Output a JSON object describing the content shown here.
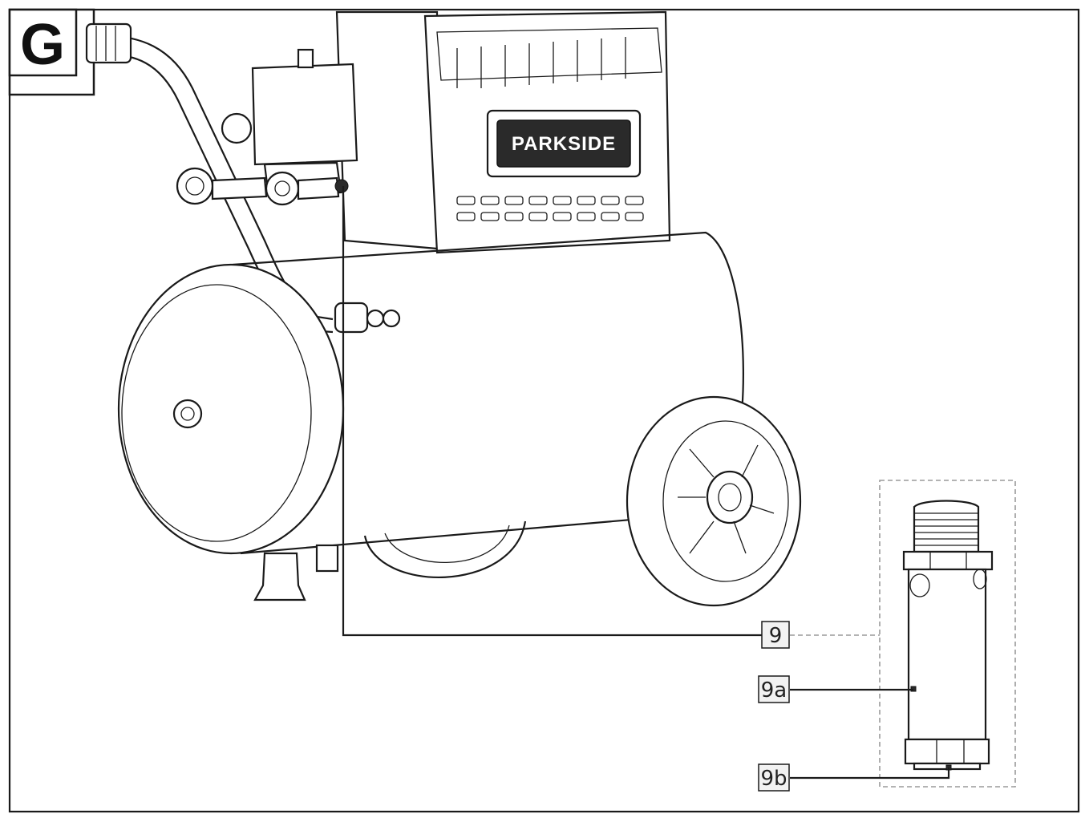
{
  "figure": {
    "letter": "G",
    "brand_text": "PARKSIDE"
  },
  "callouts": [
    {
      "id": "9",
      "text": "9"
    },
    {
      "id": "9a",
      "text": "9a"
    },
    {
      "id": "9b",
      "text": "9b"
    }
  ],
  "colors": {
    "line": "#1a1a1a",
    "label_box_fill": "#f2f2f2",
    "dashed_box": "#9a9a9a"
  }
}
